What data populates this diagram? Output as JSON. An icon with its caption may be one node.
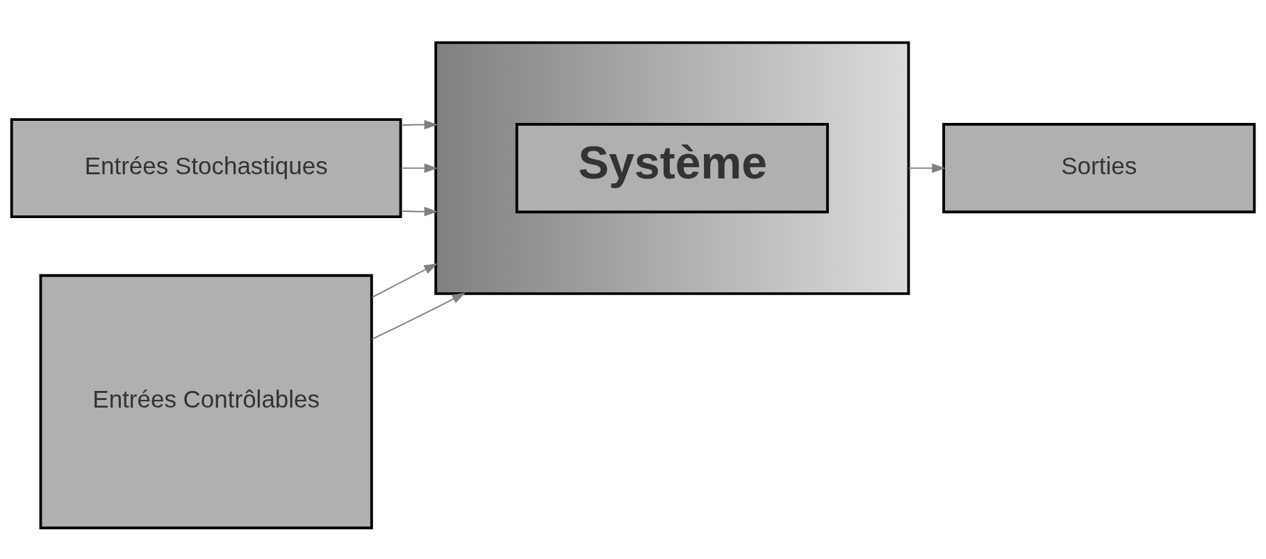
{
  "diagram": {
    "nodes": [
      {
        "text": [
          "Entrées Stochastiques"
        ]
      },
      {
        "text": [],
        "shape": "box"
      },
      {
        "text": [
          "Système"
        ],
        "in": 1
      },
      {
        "text": [
          "Entrées Contrôlables"
        ]
      },
      {
        "text": [
          "Sorties"
        ]
      }
    ],
    "edges": [
      {
        "from": 0,
        "to": 1,
        "arrow": "to"
      },
      {
        "from": 0,
        "to": 1,
        "arrow": "to"
      },
      {
        "from": 0,
        "to": 1,
        "arrow": "to"
      },
      {
        "from": 3,
        "to": 1,
        "arrow": "to"
      },
      {
        "from": 3,
        "to": 1,
        "arrow": "to"
      },
      {
        "from": 1,
        "to": 4,
        "arrow": "to"
      }
    ]
  }
}
